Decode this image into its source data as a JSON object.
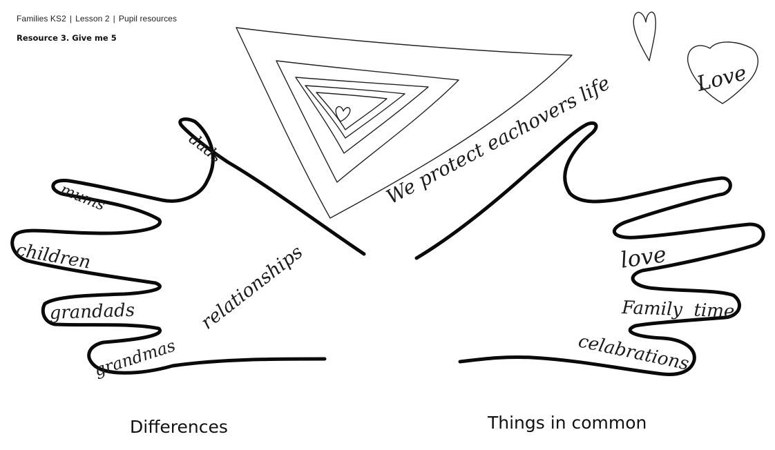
{
  "header": {
    "breadcrumb": [
      "Families KS2",
      "Lesson 2",
      "Pupil resources"
    ],
    "title": "Resource 3. Give me 5"
  },
  "left_hand": {
    "caption": "Differences",
    "finger_words": [
      "dads",
      "mums",
      "children",
      "grandads",
      "grandmas"
    ],
    "palm_word": "relationships"
  },
  "right_hand": {
    "caption": "Things in common",
    "finger_words": [
      "love",
      "Family  time",
      "celabrations"
    ]
  },
  "drawings": {
    "triangle_text": "We protect eachovers life",
    "heart_text": "Love"
  },
  "icons": [
    "triangle-spiral-icon",
    "small-heart-icon",
    "heart-outline-icon",
    "hand-outline-icon"
  ]
}
